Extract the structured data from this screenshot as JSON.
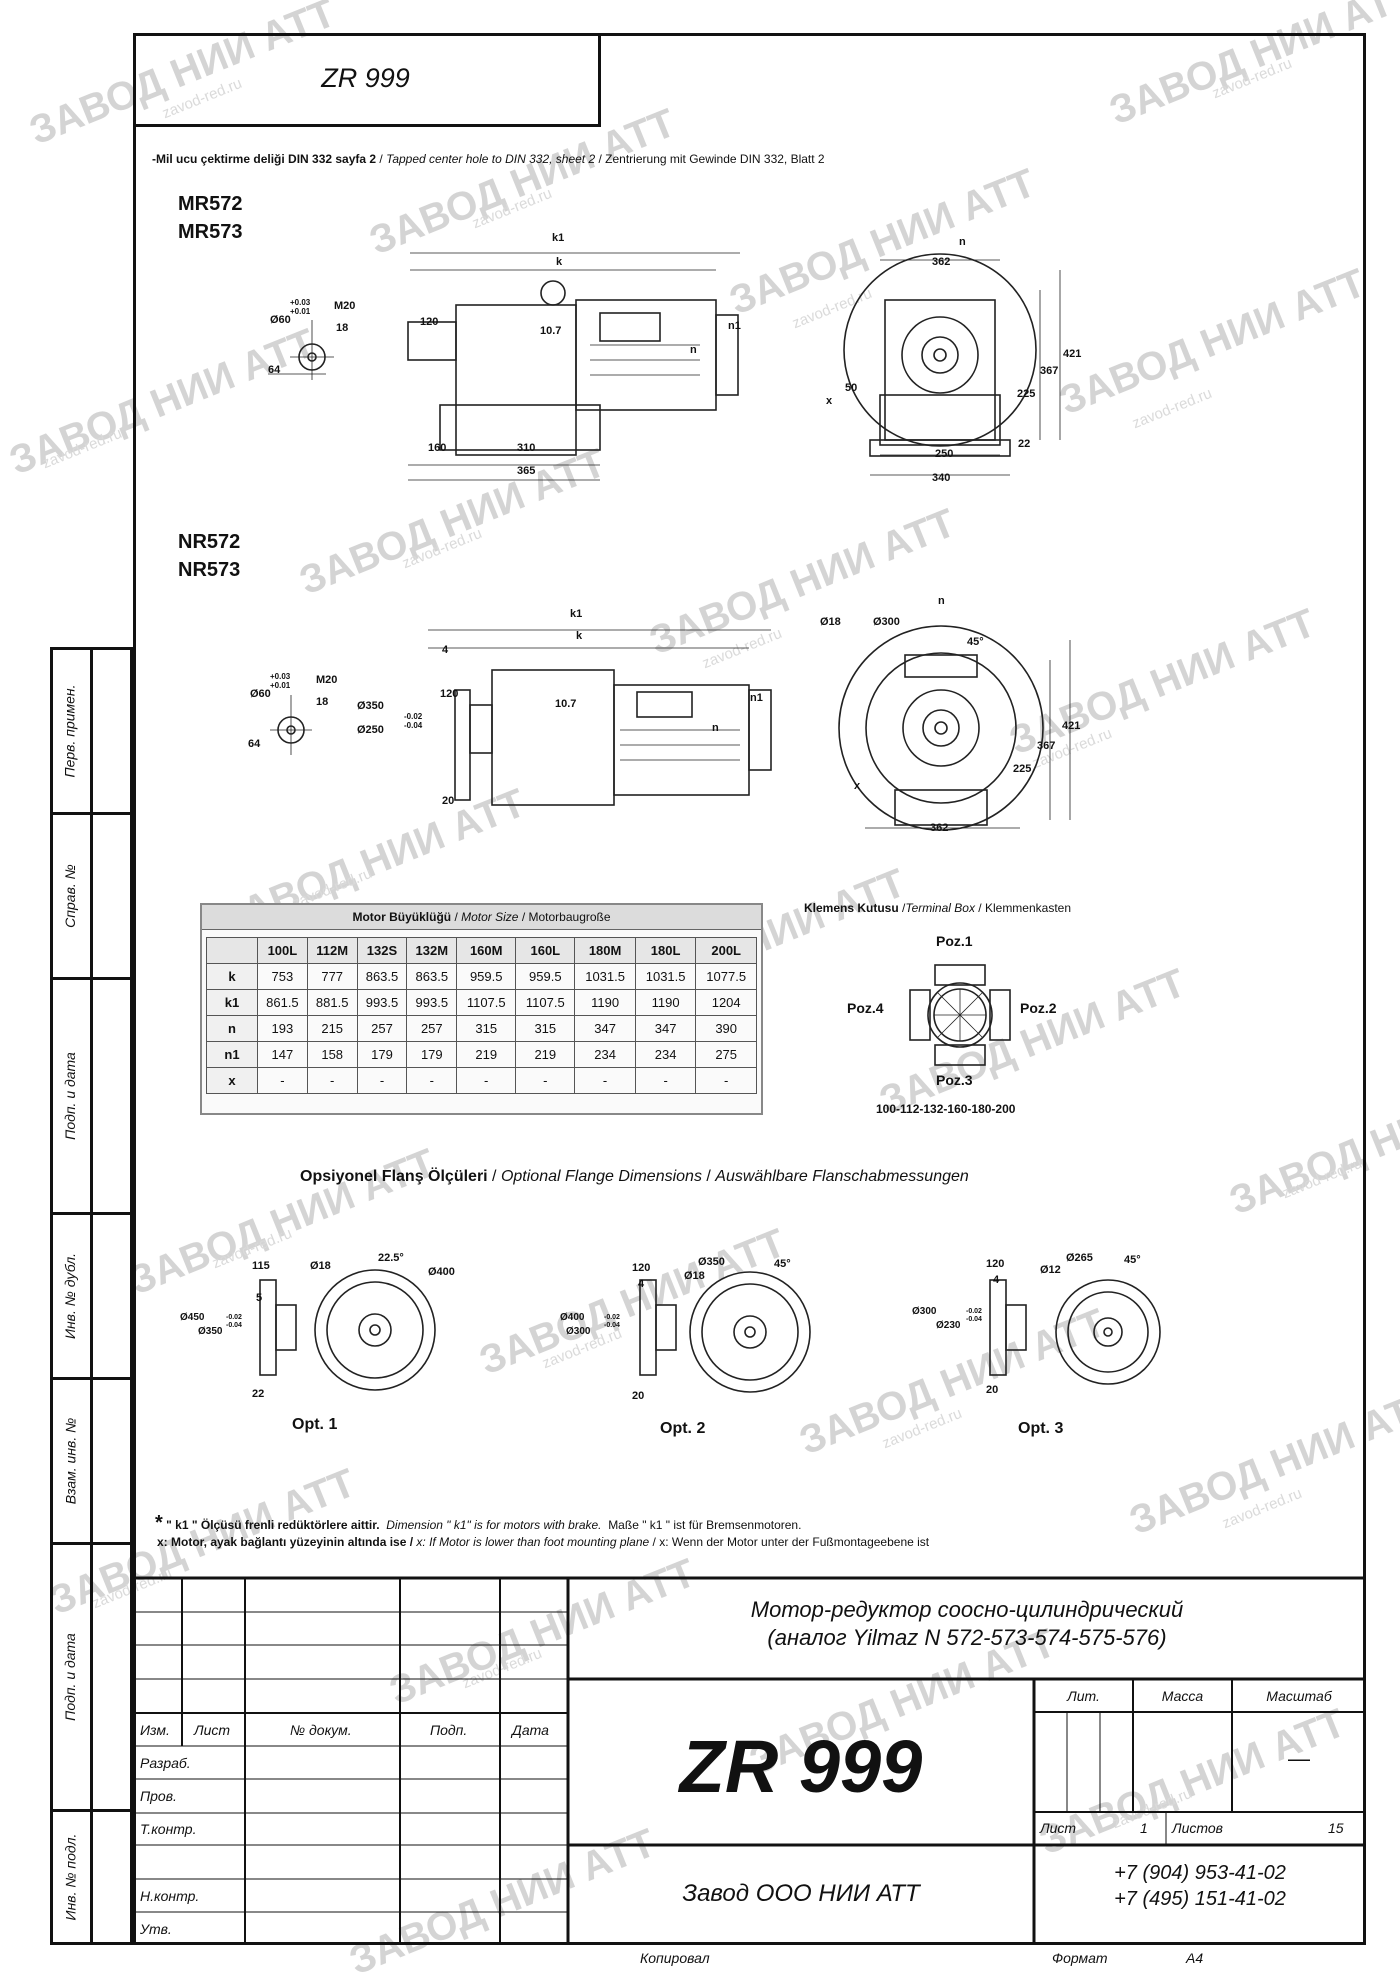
{
  "drawing_code": "ZR 999",
  "top_note": {
    "tr": "-Mil ucu çektirme deliği DIN 332 sayfa 2",
    "sep1": " / ",
    "en": "Tapped center hole to DIN 332, sheet 2",
    "sep2": " / ",
    "de": "Zentrierung mit Gewinde DIN 332, Blatt 2"
  },
  "models_top": [
    "MR572",
    "MR573"
  ],
  "models_bottom": [
    "NR572",
    "NR573"
  ],
  "dims_shaft": {
    "d60": "Ø60",
    "tol": "+0.03\n+0.01",
    "tol_up": "+0.03",
    "tol_lo": "+0.01",
    "m20": "M20",
    "v18": "18",
    "v64": "64"
  },
  "dims_mr": {
    "k1": "k1",
    "k": "k",
    "v120": "120",
    "v107": "10.7",
    "n": "n",
    "n1": "n1",
    "v160": "160",
    "v310": "310",
    "v365": "365"
  },
  "dims_mr_side": {
    "n": "n",
    "v362": "362",
    "v421": "421",
    "v367": "367",
    "v225": "225",
    "v50": "50",
    "x": "x",
    "v250": "250",
    "v22": "22",
    "v340": "340"
  },
  "dims_nr": {
    "k1": "k1",
    "k": "k",
    "v4": "4",
    "v120": "120",
    "v107": "10.7",
    "d350": "Ø350",
    "d250": "Ø250",
    "tol_up": "-0.02",
    "tol_lo": "-0.04",
    "v20": "20",
    "n": "n",
    "n1": "n1"
  },
  "dims_nr_side": {
    "n": "n",
    "d18": "Ø18",
    "d300": "Ø300",
    "a45": "45°",
    "v421": "421",
    "v367": "367",
    "v225": "225",
    "x": "x",
    "v362": "362"
  },
  "motor_table": {
    "title_tr": "Motor Büyüklüğü",
    "sep1": " / ",
    "title_en": "Motor Size",
    "sep2": " / ",
    "title_de": "Motorbaugroße",
    "columns": [
      "100L",
      "112M",
      "132S",
      "132M",
      "160M",
      "160L",
      "180M",
      "180L",
      "200L"
    ],
    "rows": [
      {
        "label": "k",
        "values": [
          "753",
          "777",
          "863.5",
          "863.5",
          "959.5",
          "959.5",
          "1031.5",
          "1031.5",
          "1077.5"
        ]
      },
      {
        "label": "k1",
        "values": [
          "861.5",
          "881.5",
          "993.5",
          "993.5",
          "1107.5",
          "1107.5",
          "1190",
          "1190",
          "1204"
        ]
      },
      {
        "label": "n",
        "values": [
          "193",
          "215",
          "257",
          "257",
          "315",
          "315",
          "347",
          "347",
          "390"
        ]
      },
      {
        "label": "n1",
        "values": [
          "147",
          "158",
          "179",
          "179",
          "219",
          "219",
          "234",
          "234",
          "275"
        ]
      },
      {
        "label": "x",
        "values": [
          "-",
          "-",
          "-",
          "-",
          "-",
          "-",
          "-",
          "-",
          "-"
        ]
      }
    ]
  },
  "terminal_box": {
    "title_tr": "Klemens Kutusu",
    "sep1": " /",
    "title_en": "Terminal Box",
    "sep2": " / ",
    "title_de": "Klemmenkasten",
    "poz1": "Poz.1",
    "poz2": "Poz.2",
    "poz3": "Poz.3",
    "poz4": "Poz.4",
    "sizes": "100-112-132-160-180-200"
  },
  "flange_title": {
    "tr": "Opsiyonel Flanş Ölçüleri",
    "sep1": " / ",
    "en": "Optional Flange Dimensions",
    "sep2": " / ",
    "de": "Auswählbare Flanschabmessungen"
  },
  "flange_options": [
    {
      "label": "Opt. 1",
      "v_top": "115",
      "v_small": "5",
      "d_outer": "Ø450",
      "d_inner": "Ø350",
      "tol_up": "-0.02",
      "tol_lo": "-0.04",
      "v_bottom": "22",
      "hole": "Ø18",
      "angle": "22.5°",
      "pcd": "Ø400"
    },
    {
      "label": "Opt. 2",
      "v_top": "120",
      "v_small": "4",
      "d_outer": "Ø400",
      "d_inner": "Ø300",
      "tol_up": "-0.02",
      "tol_lo": "-0.04",
      "v_bottom": "20",
      "hole": "Ø18",
      "angle": "45°",
      "pcd": "Ø350"
    },
    {
      "label": "Opt. 3",
      "v_top": "120",
      "v_small": "4",
      "d_outer": "Ø300",
      "d_inner": "Ø230",
      "tol_up": "-0.02",
      "tol_lo": "-0.04",
      "v_bottom": "20",
      "hole": "Ø12",
      "angle": "45°",
      "pcd": "Ø265"
    }
  ],
  "footnotes": {
    "line1_star": "*",
    "line1_tr": " \" k1 \" Ölçüsü frenli redüktörlere aittir.",
    "line1_en": "Dimension \" k1\" is for motors with brake.",
    "line1_de": "Maße \" k1 \" ist für Bremsenmotoren.",
    "line2_tr": "x: Motor, ayak bağlantı yüzeyinin altında ise / ",
    "line2_en": "x: If Motor is lower than foot mounting plane",
    "line2_de": " / x: Wenn der Motor unter der Fußmontageebene ist"
  },
  "side_labels": [
    "Перв. примен.",
    "Справ. №",
    "Подп. и дата",
    "Инв. № дубл.",
    "Взам. инв. №",
    "Подп. и дата",
    "Инв. № подл."
  ],
  "title_block": {
    "desc_line1": "Мотор-редуктор соосно-цилиндрический",
    "desc_line2": "(аналог Yilmaz N 572-573-574-575-576)",
    "headers": {
      "izm": "Изм.",
      "list": "Лист",
      "doc": "№ докум.",
      "podp": "Подп.",
      "date": "Дата"
    },
    "roles": [
      "Разраб.",
      "Пров.",
      "Т.контр.",
      "",
      "Н.контр.",
      "Утв."
    ],
    "code": "ZR 999",
    "lit": "Лит.",
    "massa": "Масса",
    "masshtab": "Масштаб",
    "scale_value": "—",
    "sheet_label": "Лист",
    "sheet_value": "1",
    "sheets_label": "Листов",
    "sheets_value": "15",
    "company": "Завод ООО НИИ АТТ",
    "phone1": "+7 (904) 953-41-02",
    "phone2": "+7 (495) 151-41-02",
    "copied": "Копировал",
    "format_label": "Формат",
    "format_value": "A4"
  },
  "watermark": {
    "main": "ЗАВОД НИИ АТТ",
    "site": "zavod-red.ru"
  }
}
